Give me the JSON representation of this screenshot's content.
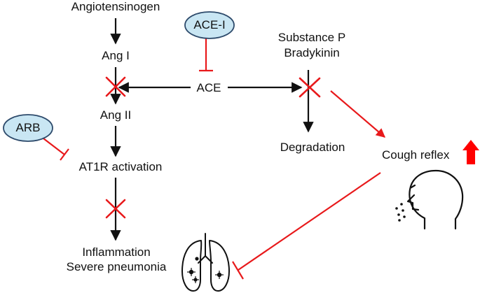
{
  "nodes": {
    "angiotensinogen": "Angiotensinogen",
    "ang1": "Ang I",
    "ang2": "Ang II",
    "at1r": "AT1R activation",
    "inflammation": "Inflammation",
    "pneumonia": "Severe pneumonia",
    "ace": "ACE",
    "substance_p": "Substance P",
    "bradykinin": "Bradykinin",
    "degradation": "Degradation",
    "cough": "Cough reflex"
  },
  "inhibitors": {
    "ace_i": "ACE-I",
    "arb": "ARB"
  },
  "icons": [
    "red-x-icon",
    "up-arrow-icon",
    "coughing-head-icon",
    "lungs-icon"
  ],
  "colors": {
    "arrow": "#111111",
    "inhibit": "#e8191b",
    "oval_fill": "#c9e6f3",
    "oval_stroke": "#2d4a6b"
  }
}
